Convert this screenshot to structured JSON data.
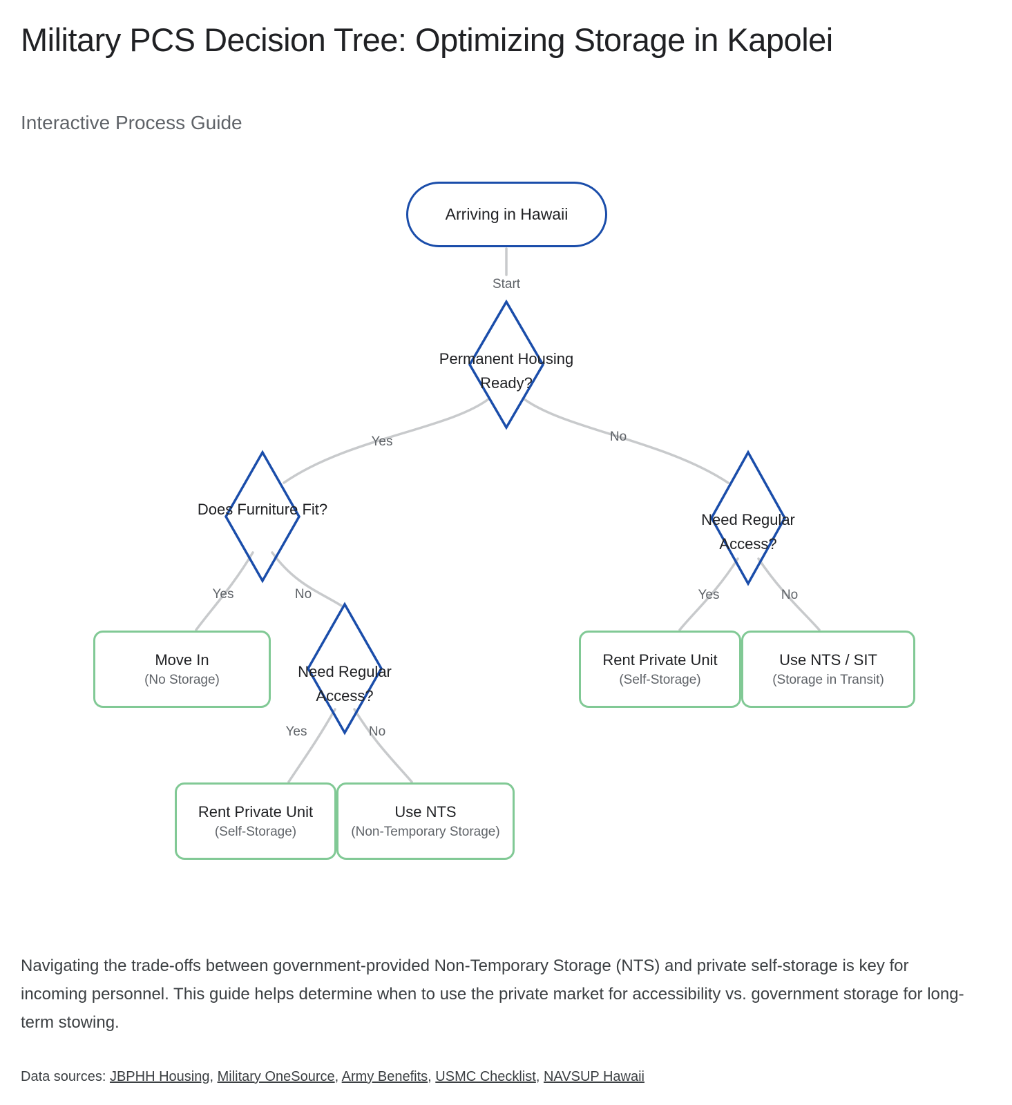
{
  "header": {
    "title": "Military PCS Decision Tree: Optimizing Storage in Kapolei",
    "subtitle": "Interactive Process Guide"
  },
  "flow": {
    "start": {
      "label": "Arriving in Hawaii"
    },
    "start_edge_label": "Start",
    "decisions": {
      "housing": {
        "label": "Permanent Housing Ready?"
      },
      "furniture": {
        "label": "Does Furniture Fit?"
      },
      "access_right": {
        "label": "Need Regular Access?"
      },
      "access_left": {
        "label": "Need Regular Access?"
      }
    },
    "edges": {
      "d1_yes": "Yes",
      "d1_no": "No",
      "d2_yes": "Yes",
      "d2_no": "No",
      "d3_yes": "Yes",
      "d3_no": "No",
      "d4_yes": "Yes",
      "d4_no": "No"
    },
    "outcomes": {
      "move_in": {
        "title": "Move In",
        "subtitle": "(No Storage)"
      },
      "rent_left": {
        "title": "Rent Private Unit",
        "subtitle": "(Self-Storage)"
      },
      "nts_left": {
        "title": "Use NTS",
        "subtitle": "(Non-Temporary Storage)"
      },
      "rent_right": {
        "title": "Rent Private Unit",
        "subtitle": "(Self-Storage)"
      },
      "nts_right": {
        "title": "Use NTS / SIT",
        "subtitle": "(Storage in Transit)"
      }
    }
  },
  "description": "Navigating the trade-offs between government-provided Non-Temporary Storage (NTS) and private self-storage is key for incoming personnel. This guide helps determine when to use the private market for accessibility vs. government storage for long-term stowing.",
  "sources": {
    "prefix": "Data sources: ",
    "separator": ", ",
    "links": [
      "JBPHH Housing",
      "Military OneSource",
      "Army Benefits",
      "USMC Checklist",
      "NAVSUP Hawaii"
    ]
  },
  "colors": {
    "node_outline_blue": "#1a4daa",
    "outcome_outline_green": "#81c995",
    "connector_gray": "#c8cacc"
  }
}
